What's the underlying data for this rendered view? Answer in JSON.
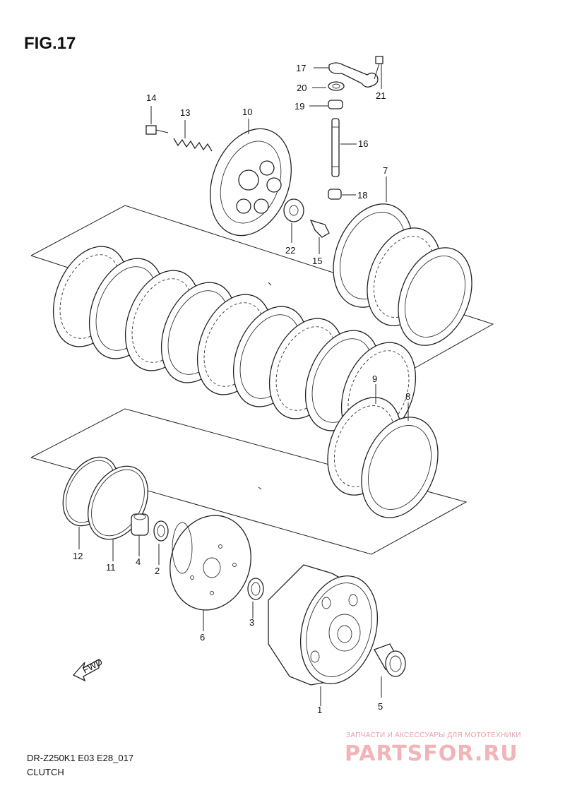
{
  "figure": {
    "title": "FIG.17",
    "model_code": "DR-Z250K1 E03 E28_017",
    "section": "CLUTCH"
  },
  "watermark": {
    "tagline": "ЗАПЧАСТИ И АКСЕССУАРЫ ДЛЯ МОТОТЕХНИКИ",
    "logo_text": "PARTSFOR.RU"
  },
  "fwd_arrow_text": "FWD",
  "part_numbers": {
    "p1": "1",
    "p2": "2",
    "p3": "3",
    "p4": "4",
    "p5": "5",
    "p6": "6",
    "p7": "7",
    "p8": "8",
    "p9": "9",
    "p10": "10",
    "p11": "11",
    "p12": "12",
    "p13": "13",
    "p14": "14",
    "p15": "15",
    "p16": "16",
    "p17": "17",
    "p18": "18",
    "p19": "19",
    "p20": "20",
    "p21": "21",
    "p22": "22"
  },
  "colors": {
    "line": "#222222",
    "background": "#ffffff",
    "watermark": "#f1b4b8"
  }
}
